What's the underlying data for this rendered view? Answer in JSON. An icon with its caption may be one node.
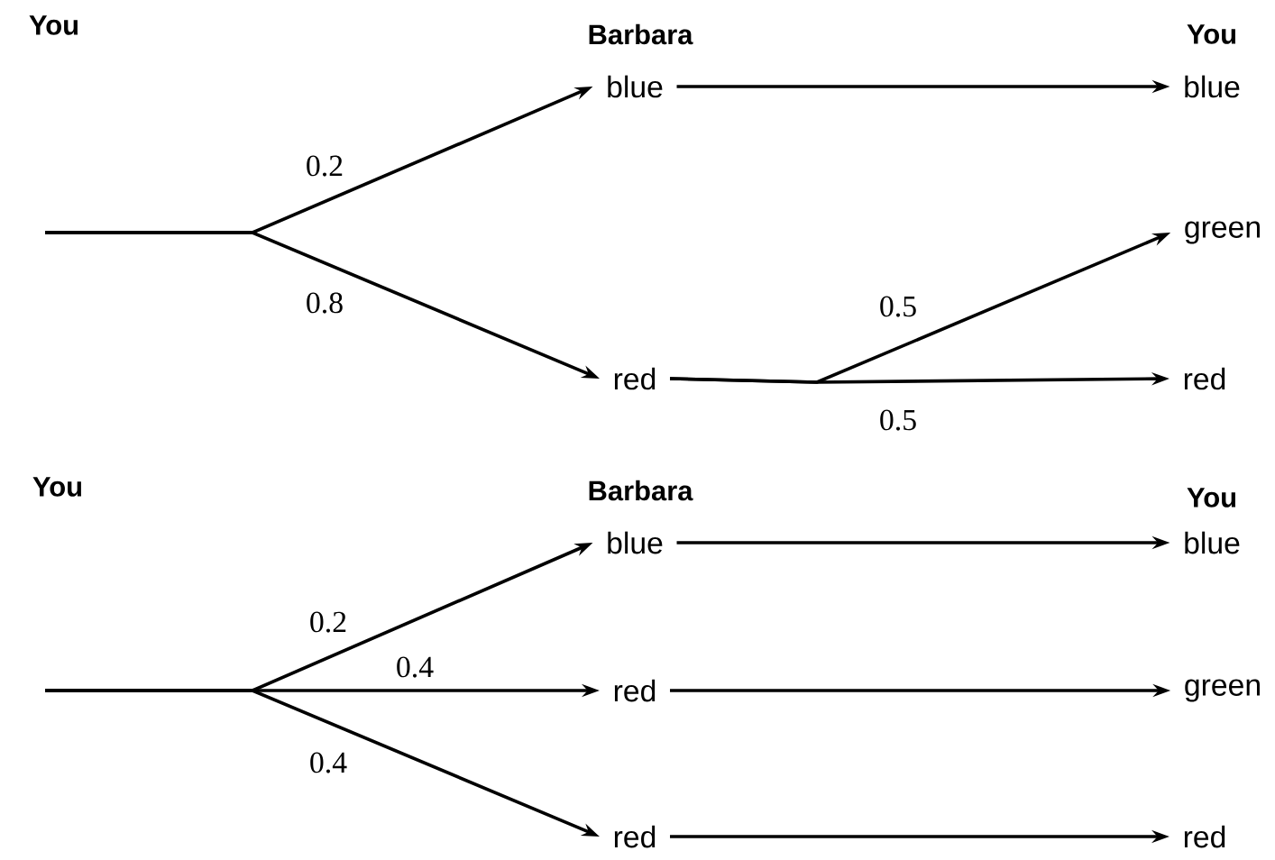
{
  "diagram": {
    "nodes": [
      {
        "text": [
          "blue"
        ]
      },
      {
        "text": [
          "red"
        ]
      },
      {
        "text": [
          "blue"
        ]
      },
      {
        "text": [
          "green"
        ]
      },
      {
        "text": [
          "red"
        ]
      },
      {
        "text": [
          "blue"
        ]
      },
      {
        "text": [
          "red"
        ]
      },
      {
        "text": [
          "red"
        ]
      },
      {
        "text": [
          "blue"
        ]
      },
      {
        "text": [
          "green"
        ]
      },
      {
        "text": [
          "red"
        ]
      }
    ],
    "edges": [
      {
        "from": null,
        "to": 0,
        "arrow": "to",
        "label": "0.2"
      },
      {
        "from": null,
        "to": 1,
        "arrow": "to",
        "label": "0.8"
      },
      {
        "from": 0,
        "to": 2,
        "arrow": "to"
      },
      {
        "from": 1,
        "to": 3,
        "arrow": "to",
        "label": "0.5"
      },
      {
        "from": 1,
        "to": 4,
        "arrow": "to",
        "label": "0.5"
      },
      {
        "from": null,
        "to": 5,
        "arrow": "to",
        "label": "0.2"
      },
      {
        "from": null,
        "to": 6,
        "arrow": "to",
        "label": "0.4"
      },
      {
        "from": null,
        "to": 7,
        "arrow": "to",
        "label": "0.4"
      },
      {
        "from": 5,
        "to": 8,
        "arrow": "to"
      },
      {
        "from": 6,
        "to": 9,
        "arrow": "to"
      },
      {
        "from": 7,
        "to": 10,
        "arrow": "to"
      }
    ],
    "labels": [
      "You",
      "Barbara",
      "You",
      "You",
      "Barbara",
      "You"
    ]
  }
}
